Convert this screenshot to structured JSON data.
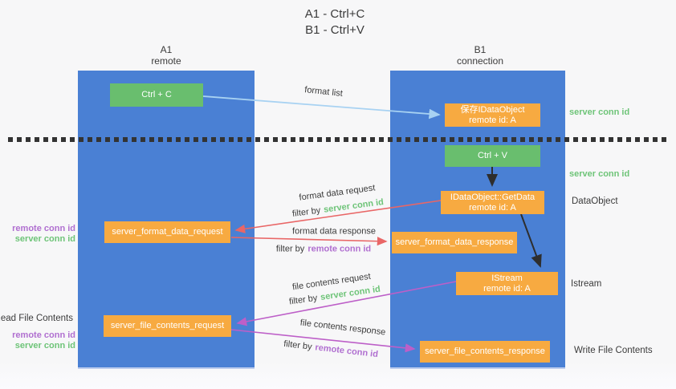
{
  "title": {
    "line1": "A1 - Ctrl+C",
    "line2": "B1 - Ctrl+V"
  },
  "lanes": {
    "left": {
      "name": "A1",
      "subtitle": "remote"
    },
    "right": {
      "name": "B1",
      "subtitle": "connection"
    }
  },
  "nodes": {
    "ctrl_c": {
      "label": "Ctrl + C"
    },
    "ctrl_v": {
      "label": "Ctrl + V"
    },
    "save_idataobject": {
      "line1": "保存IDataObject",
      "line2": "remote id: A"
    },
    "getdata": {
      "line1": "IDataObject::GetData",
      "line2": "remote id: A"
    },
    "istream": {
      "line1": "IStream",
      "line2": "remote id: A"
    },
    "format_request": {
      "label": "server_format_data_request"
    },
    "format_response": {
      "label": "server_format_data_response"
    },
    "file_request": {
      "label": "server_file_contents_request"
    },
    "file_response": {
      "label": "server_file_contents_response"
    }
  },
  "side_labels": {
    "server_conn_id_top": "server conn id",
    "server_conn_id_mid": "server conn id",
    "dataobject": "DataObject",
    "istream": "Istream",
    "write_file_contents": "Write File Contents",
    "read_file_contents": "Read File Contents",
    "request_ids": {
      "remote": "remote conn id",
      "server": "server conn id"
    },
    "file_ids": {
      "remote": "remote conn id",
      "server": "server conn id"
    }
  },
  "arrows": {
    "format_list": {
      "label": "format list"
    },
    "format_data_request": {
      "label": "format data request",
      "filter_prefix": "filter by",
      "filter_value": "server conn id"
    },
    "format_data_response": {
      "label": "format data response",
      "filter_prefix": "filter by",
      "filter_value": "remote conn id"
    },
    "file_contents_request": {
      "label": "file contents request",
      "filter_prefix": "filter by",
      "filter_value": "server conn id"
    },
    "file_contents_response": {
      "label": "file contents response",
      "filter_prefix": "filter by",
      "filter_value": "remote conn id"
    }
  },
  "colors": {
    "lane_blue": "#4a80d4",
    "node_green": "#69be6e",
    "node_orange": "#f7aa41",
    "arrow_lightblue": "#a8d2f2",
    "arrow_red": "#e96666",
    "arrow_magenta": "#bd5fc8",
    "arrow_black": "#2e2e2e",
    "text_green": "#6ec478",
    "text_purple": "#b06fd0",
    "text_dark": "#3b3b3b",
    "divider_dark": "#333333"
  }
}
